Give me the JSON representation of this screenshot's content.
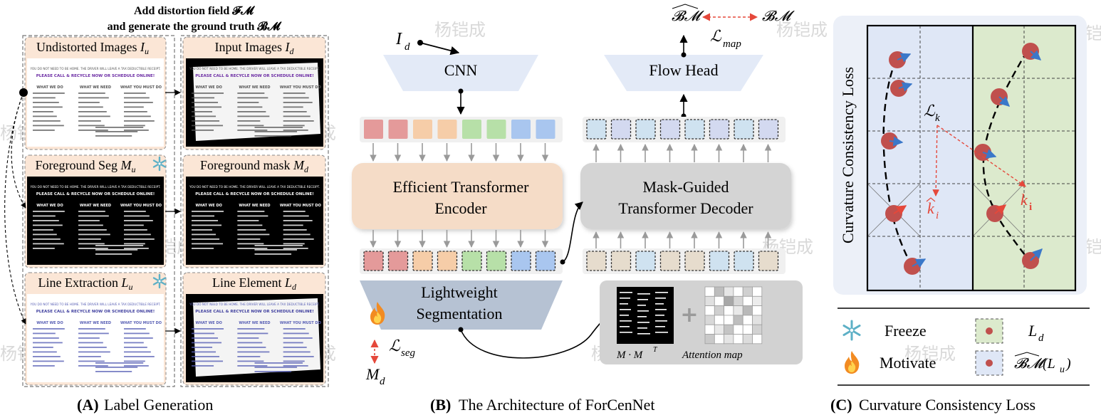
{
  "panel_a": {
    "header_line1": "Add distortion field 𝓕𝓜",
    "header_line2": "and generate the ground truth 𝓑𝓜",
    "left_cards": [
      {
        "title": "Undistorted Images",
        "var": "I",
        "sub": "u",
        "icon": "none"
      },
      {
        "title": "Foreground Seg",
        "var": "M",
        "sub": "u",
        "icon": "snowflake-icon"
      },
      {
        "title": "Line Extraction",
        "var": "L",
        "sub": "u",
        "icon": "snowflake-icon"
      }
    ],
    "right_cards": [
      {
        "title": "Input Images",
        "var": "I",
        "sub": "d"
      },
      {
        "title": "Foreground mask",
        "var": "M",
        "sub": "d"
      },
      {
        "title": "Line Element",
        "var": "L",
        "sub": "d"
      }
    ],
    "document_text": {
      "heading": "YOU DO NOT NEED TO BE HOME. THE DRIVER WILL LEAVE A TAX DEDUCTIBLE RECEIPT.",
      "banner": "PLEASE CALL & RECYCLE NOW OR SCHEDULE ONLINE!",
      "columns": [
        "WHAT WE DO",
        "WHAT WE NEED",
        "WHAT YOU MUST DO"
      ]
    },
    "caption_letter": "(A)",
    "caption_text": " Label Generation"
  },
  "panel_b": {
    "input_var": "I",
    "input_sub": "d",
    "cnn_label": "CNN",
    "encoder_line1": "Efficient Transformer",
    "encoder_line2": "Encoder",
    "decoder_line1": "Mask-Guided",
    "decoder_line2": "Transformer Decoder",
    "flow_head_label": "Flow Head",
    "seg_line1": "Lightweight",
    "seg_line2": "Segmentation",
    "bm_hat": "𝓑𝓜",
    "bm": "𝓑𝓜",
    "loss_map_symbol": "ℒ",
    "loss_map_sub": "map",
    "loss_seg_symbol": "ℒ",
    "loss_seg_sub": "seg",
    "md_var": "M",
    "md_sub": "d",
    "mmt_label": "M · M",
    "mmt_sup": "T",
    "attention_label": "Attention map",
    "caption_letter": "(B)",
    "caption_text": " The Architecture of ForCenNet"
  },
  "panel_c": {
    "ylabel": "Curvature Consistency Loss",
    "lk_symbol": "ℒ",
    "lk_sub": "k",
    "k_hat": "k",
    "k_hat_sub": "i",
    "k_label": "k",
    "k_label_sub": "i",
    "legend": {
      "freeze": "Freeze",
      "motivate": "Motivate",
      "ld_var": "L",
      "ld_sub": "d",
      "bm_text": "𝓑𝓜",
      "bm_paren": "(L",
      "bm_paren_sub": "u",
      "bm_close": ")"
    },
    "caption_letter": "(C)",
    "caption_text": " Curvature Consistency Loss"
  },
  "watermark": "杨铠成",
  "colors": {
    "card_fill": "#fbe6d6",
    "card_border": "#777777",
    "red_arrow": "#e5483b",
    "blue_arrow": "#3b78c9",
    "dot_fill": "#c0504d",
    "left_region": "#dfe7f6",
    "right_region": "#dceacd",
    "encoder_fill": "#f5dcc7",
    "decoder_fill": "#d4d4d4",
    "cnn_fill": "#e3eaf7",
    "seg_fill": "#b6c2d3"
  },
  "token_colors": {
    "encoder_input": [
      "#e49a9a",
      "#e49a9a",
      "#f6cda8",
      "#f6cda8",
      "#b7e0a8",
      "#b7e0a8",
      "#a9c6ef",
      "#a9c6ef"
    ],
    "decoder_input": [
      "#cfe2f0",
      "#d3d9f0",
      "#cfe2f0",
      "#d3d9f0",
      "#cfe2f0",
      "#d3d9f0",
      "#cfe2f0",
      "#d3d9f0"
    ],
    "encoder_output": [
      "#e49a9a",
      "#e49a9a",
      "#f6cda8",
      "#f6cda8",
      "#b7e0a8",
      "#b7e0a8",
      "#a9c6ef",
      "#a9c6ef"
    ],
    "decoder_output": [
      "#e6dccd",
      "#e6dccd",
      "#cfe2f0",
      "#e6dccd",
      "#e6dccd",
      "#cfe2f0",
      "#cfe2f0",
      "#e6dccd"
    ]
  }
}
